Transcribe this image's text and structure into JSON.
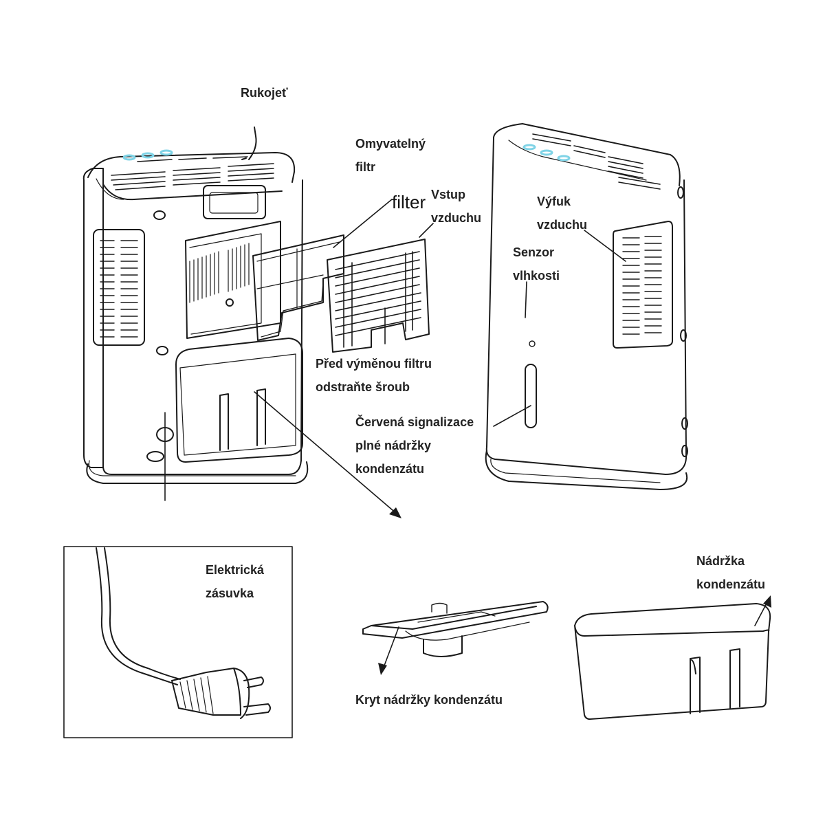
{
  "colors": {
    "line": "#1a1a1a",
    "accent": "#7fd3e6",
    "text": "#222222",
    "background": "#ffffff"
  },
  "labels": {
    "handle": "Rukojeť",
    "washable_filter": "Omyvatelný\nfiltr",
    "filter_word": "filter",
    "air_inlet": "Vstup\nvzduchu",
    "air_outlet": "Výfuk\nvzduchu",
    "humidity_sensor": "Senzor\nvlhkosti",
    "remove_screw": "Před výměnou filtru\nodstraňte šroub",
    "red_indicator": "Červená signalizace\nplné nádržky\nkondenzátu",
    "power_socket": "Elektrická\nzásuvka",
    "tank_cover": "Kryt nádržky kondenzátu",
    "condensate_tank": "Nádržka\nkondenzátu"
  },
  "icons": {
    "plug": "power-plug-icon",
    "arrow": "arrow-icon"
  }
}
